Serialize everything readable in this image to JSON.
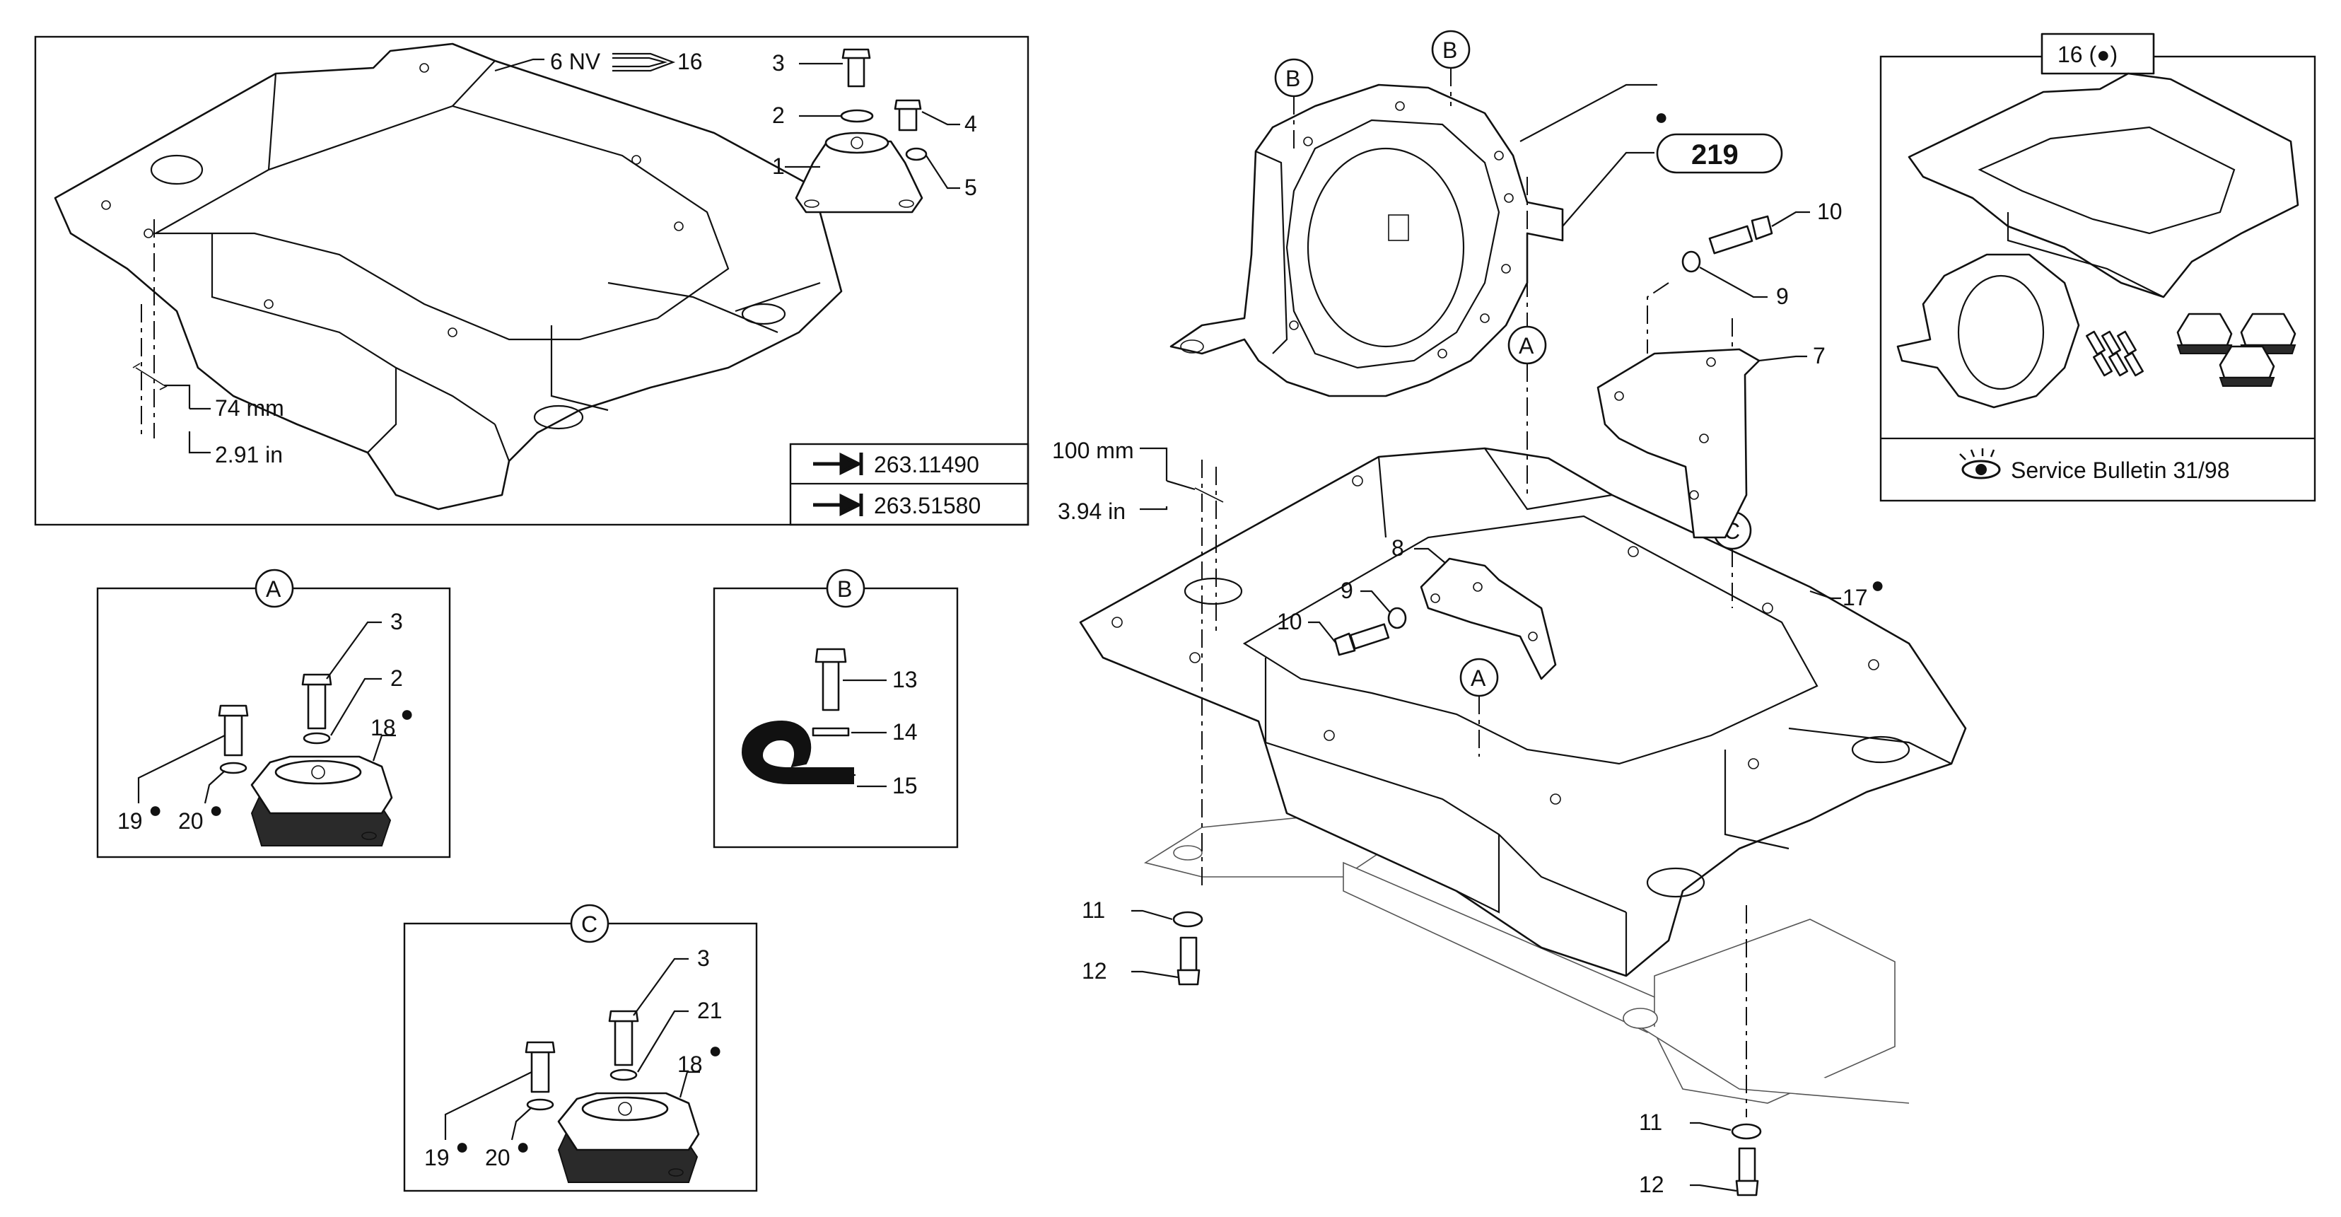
{
  "callouts": {
    "n1": "1",
    "n2": "2",
    "n3": "3",
    "n4": "4",
    "n5": "5",
    "n6": "6 NV",
    "n16": "16",
    "n7": "7",
    "n8": "8",
    "n9": "9",
    "n10": "10",
    "n11": "11",
    "n12": "12",
    "n13": "13",
    "n14": "14",
    "n15": "15",
    "n17": "17",
    "n18": "18",
    "n19": "19",
    "n20": "20",
    "n21": "21",
    "ref_box": "219"
  },
  "bullet": "●",
  "detail_letters": {
    "a": "A",
    "b": "B",
    "c": "C"
  },
  "dimensions": {
    "left_mm": "74 mm",
    "left_in": "2.91 in",
    "mid_mm": "100 mm",
    "mid_in": "3.94 in"
  },
  "references": {
    "ref1": "263.11490",
    "ref2": "263.51580"
  },
  "kit": {
    "title": "16 (●)",
    "bulletin": "Service Bulletin 31/98"
  },
  "icons": [
    "arrow-to-bar-icon",
    "eye-icon"
  ]
}
